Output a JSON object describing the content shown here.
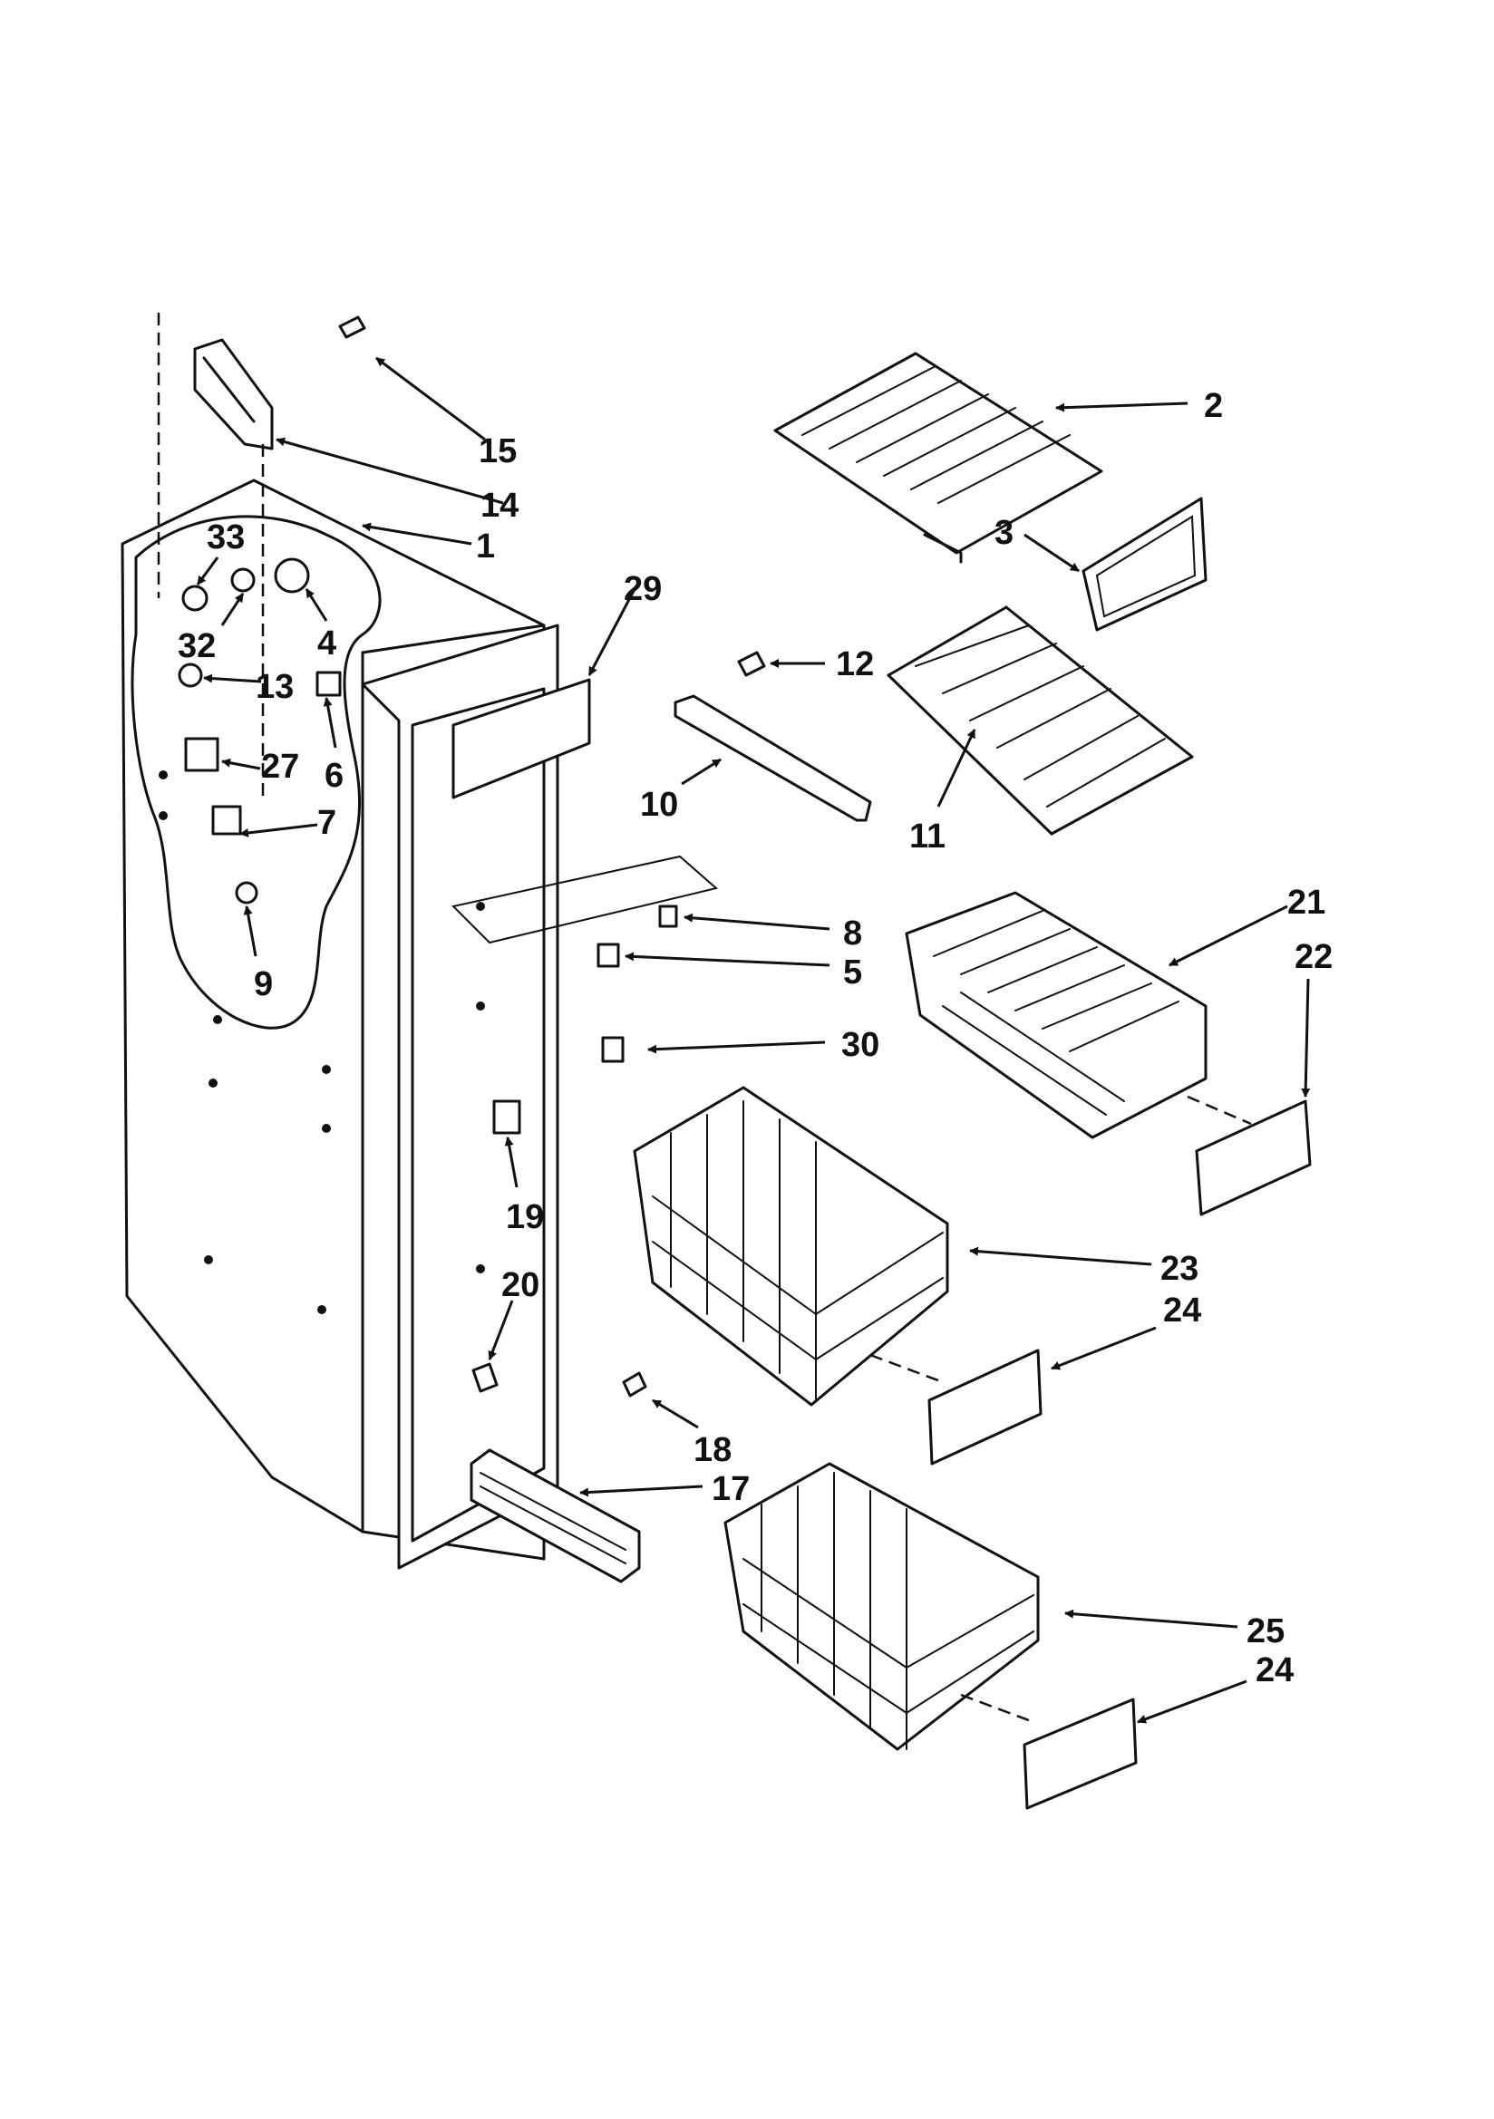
{
  "callouts": {
    "c1": "1",
    "c2": "2",
    "c3": "3",
    "c4": "4",
    "c5": "5",
    "c6": "6",
    "c7": "7",
    "c8": "8",
    "c9": "9",
    "c10": "10",
    "c11": "11",
    "c12": "12",
    "c13": "13",
    "c14": "14",
    "c15": "15",
    "c17": "17",
    "c18": "18",
    "c19": "19",
    "c20": "20",
    "c21": "21",
    "c22": "22",
    "c23": "23",
    "c24a": "24",
    "c24b": "24",
    "c25": "25",
    "c27": "27",
    "c29": "29",
    "c30": "30",
    "c32": "32",
    "c33": "33"
  }
}
